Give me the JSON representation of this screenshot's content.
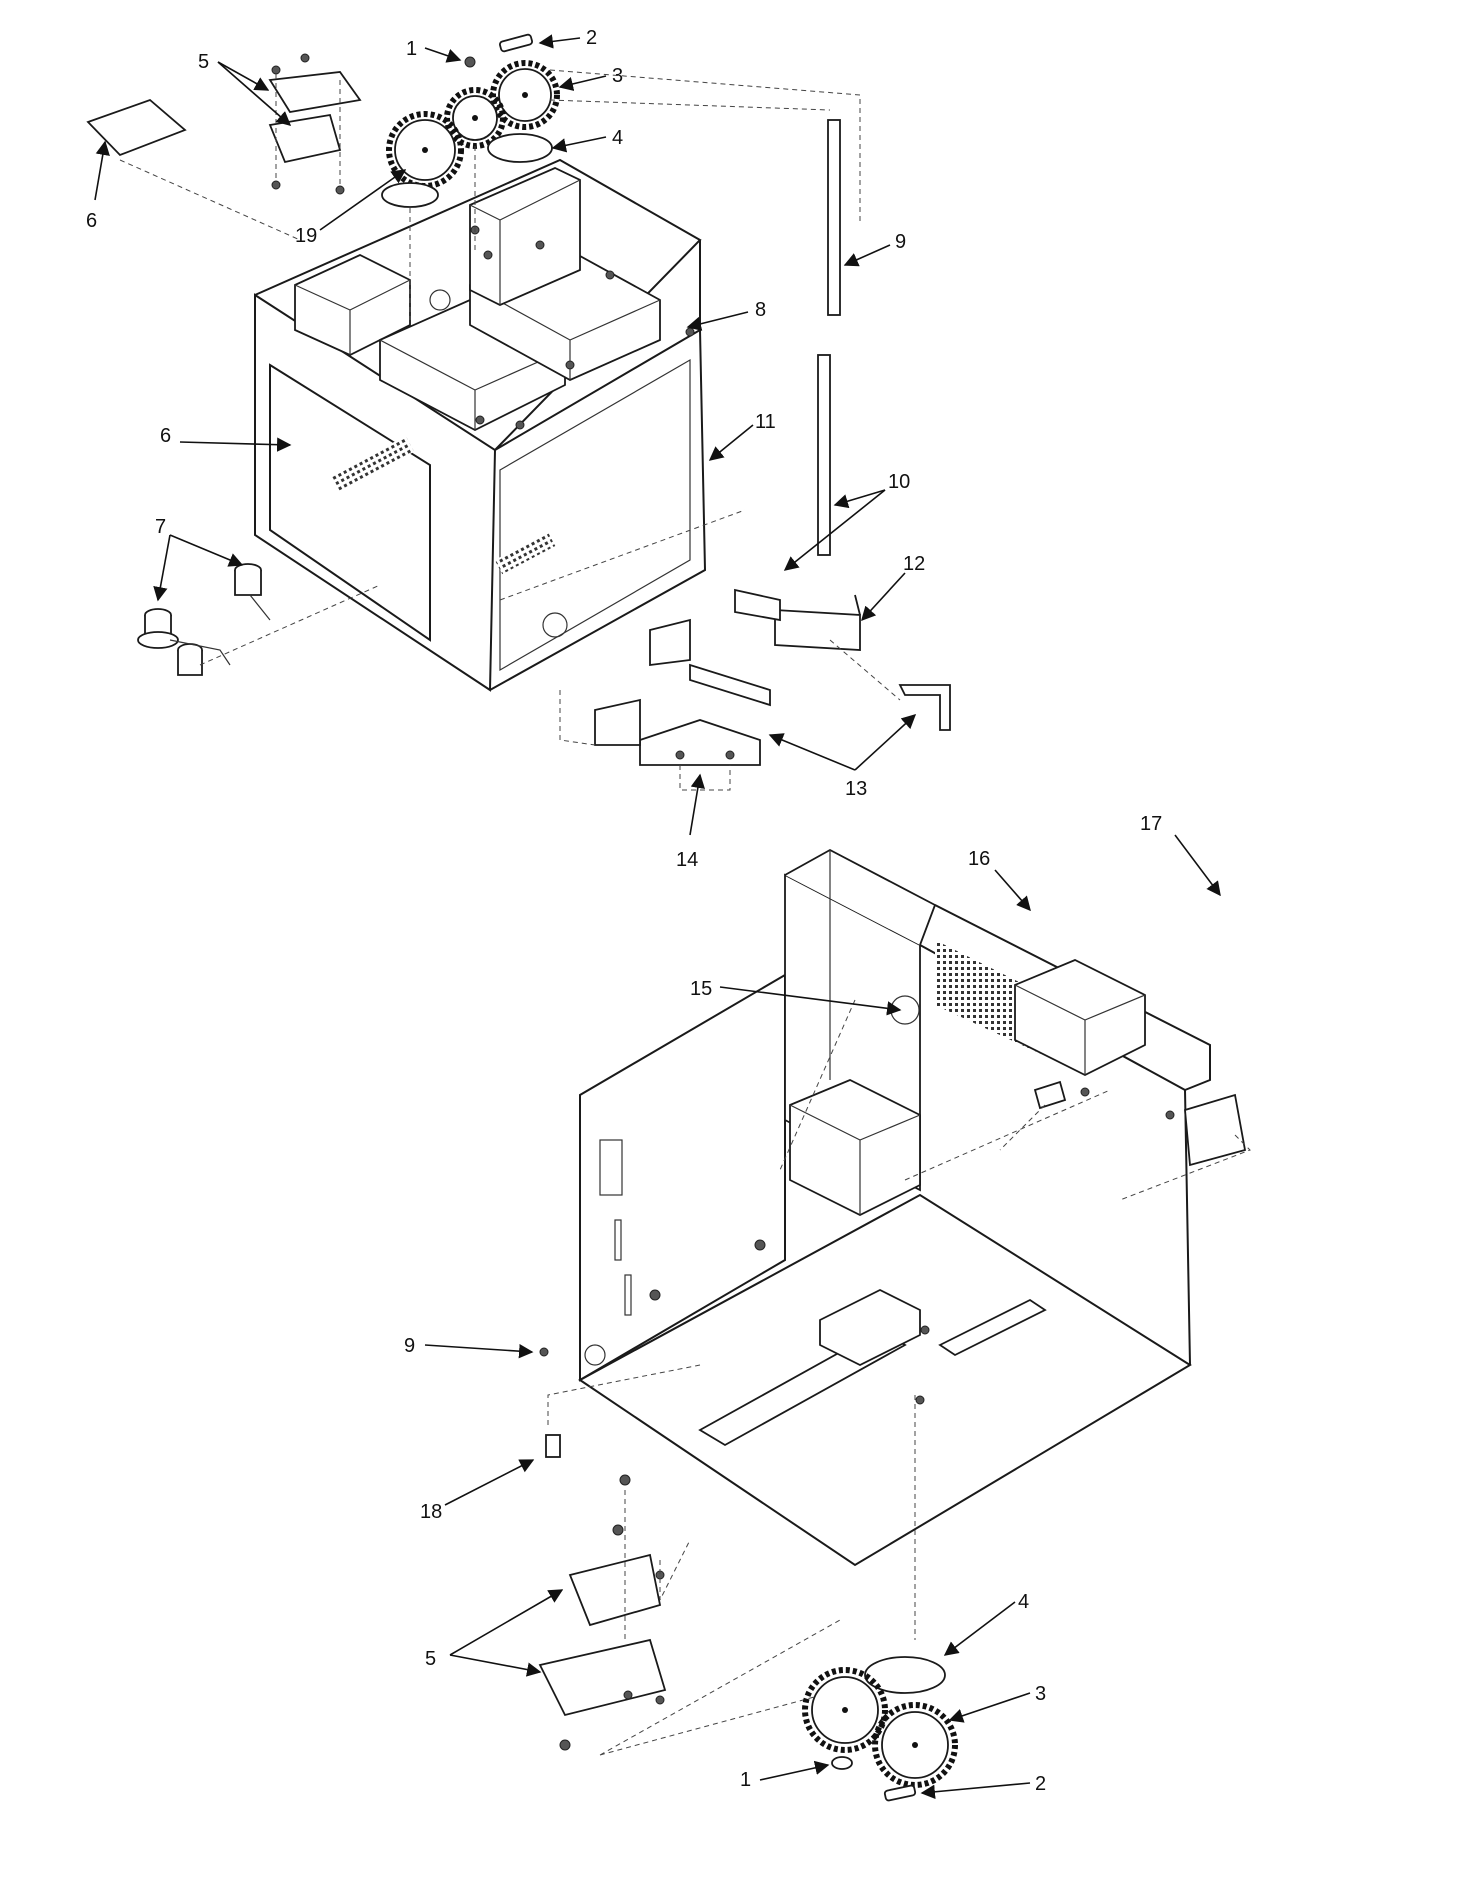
{
  "callouts_top": [
    "1",
    "2",
    "3",
    "4",
    "5",
    "6",
    "19",
    "9",
    "8",
    "6",
    "11",
    "10",
    "7",
    "12",
    "13",
    "14"
  ],
  "callouts_bottom": [
    "17",
    "16",
    "15",
    "9",
    "18",
    "5",
    "4",
    "3",
    "1",
    "2"
  ],
  "colors": {
    "line": "#1a1a1a",
    "background": "#ffffff"
  }
}
